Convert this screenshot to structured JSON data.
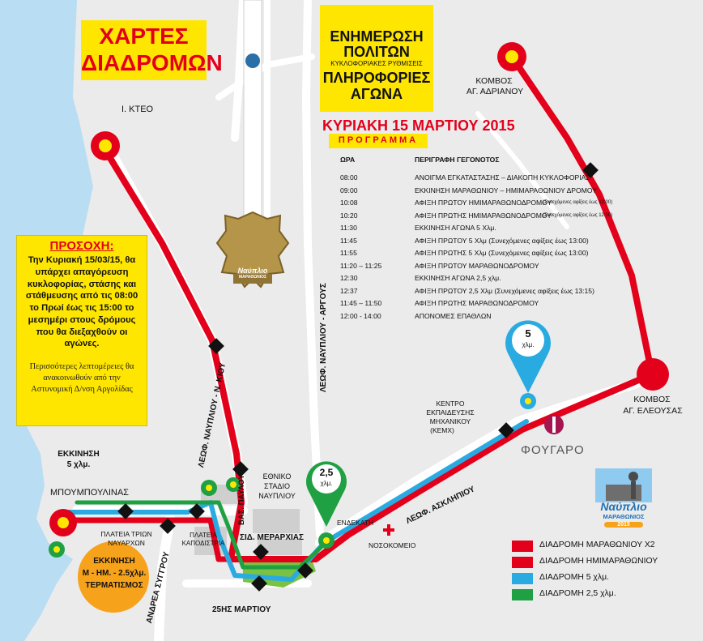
{
  "title": {
    "line1": "ΧΑΡΤΕΣ",
    "line2": "ΔΙΑΔΡΟΜΩΝ"
  },
  "info_box": {
    "line1": "ΕΝΗΜΕΡΩΣΗ",
    "line2": "ΠΟΛΙΤΩΝ",
    "line3": "ΚΥΚΛΟΦΟΡΙΑΚΕΣ ΡΥΘΜΙΣΕΙΣ",
    "line4": "ΠΛΗΡΟΦΟΡΙΕΣ",
    "line5": "ΑΓΩΝΑ"
  },
  "date": "ΚΥΡΙΑΚΗ 15 ΜΑΡΤΙΟΥ 2015",
  "program_label": "ΠΡΟΓΡΑΜΜΑ",
  "schedule": {
    "header_time": "ΩΡΑ",
    "header_event": "ΠΕΡΙΓΡΑΦΗ ΓΕΓΟΝΟΤΟΣ",
    "rows": [
      {
        "time": "08:00",
        "event": "ΑΝΟΙΓΜΑ ΕΓΚΑΤΑΣΤΑΣΗΣ – ΔΙΑΚΟΠΗ ΚΥΚΛΟΦΟΡΙΑΣ",
        "note": ""
      },
      {
        "time": "09:00",
        "event": "ΕΚΚΙΝΗΣΗ ΜΑΡΑΘΩΝΙΟΥ – ΗΜΙΜΑΡΑΘΩΝΙΟΥ ΔΡΟΜΟΥ",
        "note": ""
      },
      {
        "time": "10:08",
        "event": "ΑΦΙΞΗ ΠΡΩΤΟΥ ΗΜΙΜΑΡΑΘΩΝΟΔΡΟΜΟΥ",
        "note": "(Συνεχόμενες αφίξεις έως 12:00)"
      },
      {
        "time": "10:20",
        "event": "ΑΦΙΞΗ ΠΡΩΤΗΣ ΗΜΙΜΑΡΑΘΩΝΟΔΡΟΜΟΥ",
        "note": "(Συνεχόμενες αφίξεις έως 12:00)"
      },
      {
        "time": "11:30",
        "event": "ΕΚΚΙΝΗΣΗ ΑΓΩΝΑ 5 Χλμ.",
        "note": ""
      },
      {
        "time": "11:45",
        "event": "ΑΦΙΞΗ ΠΡΩΤΟΥ 5 Χλμ (Συνεχόμενες αφίξεις έως 13:00)",
        "note": ""
      },
      {
        "time": "11:55",
        "event": "ΑΦΙΞΗ ΠΡΩΤΗΣ 5 Χλμ (Συνεχόμενες αφίξεις έως 13:00)",
        "note": ""
      },
      {
        "time": "11:20 – 11:25",
        "event": "ΑΦΙΞΗ ΠΡΩΤΟΥ ΜΑΡΑΘΩΝΟΔΡΟΜΟΥ",
        "note": ""
      },
      {
        "time": "12:30",
        "event": "ΕΚΚΙΝΗΣΗ ΑΓΩΝΑ 2,5 χλμ.",
        "note": ""
      },
      {
        "time": "12:37",
        "event": "ΑΦΙΞΗ ΠΡΩΤΟΥ 2,5 Χλμ (Συνεχόμενες αφίξεις έως 13:15)",
        "note": ""
      },
      {
        "time": "11:45 – 11:50",
        "event": "ΑΦΙΞΗ ΠΡΩΤΗΣ ΜΑΡΑΘΩΝΟΔΡΟΜΟΥ",
        "note": ""
      },
      {
        "time": "12:00 - 14:00",
        "event": "ΑΠΟΝΟΜΕΣ ΕΠΑΘΛΩΝ",
        "note": ""
      }
    ]
  },
  "notice": {
    "title": "ΠΡΟΣΟΧΗ:",
    "text": "Την Κυριακή 15/03/15, θα υπάρχει απαγόρευση κυκλοφορίας, στάσης και στάθμευσης από τις 08:00 το Πρωί έως τις 15:00 το μεσημέρι στους δρόμους που θα διεξαχθούν οι αγώνες.",
    "sub": "Περισσότερες λεπτομέρειες θα ανακοινωθούν από την Αστυνομική Δ/νση Αργολίδας"
  },
  "places": {
    "ktel": "Ι. ΚΤΕΟ",
    "kombos_adrianou": [
      "ΚΟΜΒΟΣ",
      "ΑΓ. ΑΔΡΙΑΝΟΥ"
    ],
    "kombos_eleousas": [
      "ΚΟΜΒΟΣ",
      "ΑΓ. ΕΛΕΟΥΣΑΣ"
    ],
    "kemx": [
      "ΚΕΝΤΡΟ",
      "ΕΚΠΑΙΔΕΥΣΗΣ",
      "ΜΗΧΑΝΙΚΟΥ",
      "(ΚΕΜΧ)"
    ],
    "fougaro": "ΦΟΥΓΑΡΟ",
    "road_nafpliou_kiou": "ΛΕΩΦ. ΝΑΥΠΛΙΟΥ - Ν. ΚΙΟΥ",
    "road_nafpliou_argous": "ΛΕΩΦ. ΝΑΥΠΛΙΟΥ - ΑΡΓΟΥΣ",
    "road_asklipiou": "ΛΕΩΦ. ΑΣΚΛΗΠΙΟΥ",
    "vas_pavlou": "ΒΑΣ. ΠΑΥΛΟΥ",
    "stadium": [
      "ΕΘΝΙΚΟ",
      "ΣΤΑΔΙΟ",
      "ΝΑΥΠΛΙΟΥ"
    ],
    "sid_merarxias": "ΣΙΔ. ΜΕΡΑΡΧΙΑΣ",
    "endekati": "ΕΝΔΕΚΑΤΗ",
    "nosokomeio": "ΝΟΣΟΚΟΜΕΙΟ",
    "mpoumpoulinas": "ΜΠΟΥΜΠΟΥΛΙΝΑΣ",
    "plateia_trion": [
      "ΠΛΑΤΕΙΑ ΤΡΙΩΝ",
      "ΝΑΥΑΡΧΩΝ"
    ],
    "plateia_kapodistria": [
      "ΠΛΑΤΕΙΑ",
      "ΚΑΠΟΔΙΣΤΡΙΑ"
    ],
    "andrea_syggrou": "ΑΝΔΡΕΑ ΣΥΓΓΡΟΥ",
    "martiou": "25ΗΣ ΜΑΡΤΙΟΥ",
    "start_5": [
      "ΕΚΚΙΝΗΣΗ",
      "5 χλμ."
    ],
    "start_main": [
      "ΕΚΚΙΝΗΣΗ",
      "Μ - ΗΜ. - 2.5χλμ.",
      "ΤΕΡΜΑΤΙΣΜΟΣ"
    ]
  },
  "pins": {
    "pin_5": {
      "value": "5",
      "unit": "χλμ."
    },
    "pin_25": {
      "value": "2,5",
      "unit": "χλμ."
    }
  },
  "logo": {
    "name": "Ναύπλιο",
    "sub": "ΜΑΡΑΘΩΝΙΟΣ",
    "year": "2015"
  },
  "medal": {
    "name": "Ναύπλιο",
    "sub": "ΜΑΡΑΘΩΝΙΟΣ"
  },
  "legend": [
    {
      "label": "ΔΙΑΔΡΟΜΗ ΜΑΡΑΘΩΝΙΟΥ Χ2",
      "color": "#e3001b"
    },
    {
      "label": "ΔΙΑΔΡΟΜΗ ΗΜΙΜΑΡΑΘΩΝΙΟΥ",
      "color": "#e3001b"
    },
    {
      "label": "ΔΙΑΔΡΟΜΗ 5 χλμ.",
      "color": "#29abe2"
    },
    {
      "label": "ΔΙΑΔΡΟΜΗ 2,5 χλμ.",
      "color": "#1fa043"
    }
  ],
  "colors": {
    "red": "#e3001b",
    "blue": "#29abe2",
    "green": "#1fa043",
    "yellow": "#ffe600",
    "sea": "#b5dcf2",
    "orange": "#f7a21b"
  }
}
